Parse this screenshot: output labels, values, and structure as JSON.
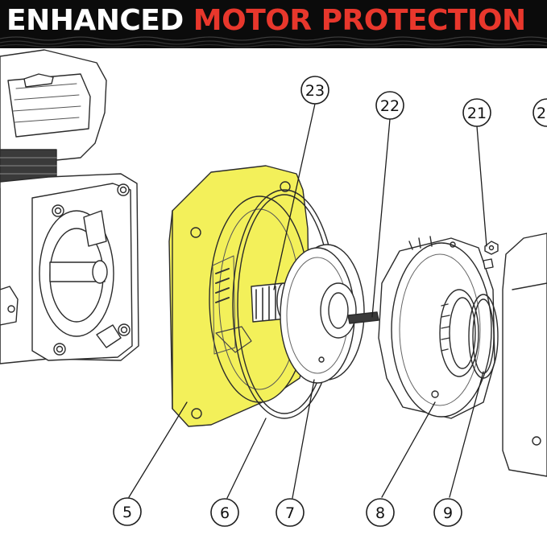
{
  "banner": {
    "word1": "ENHANCED",
    "word2": "MOTOR PROTECTION",
    "word1_color": "#ffffff",
    "word2_color": "#e8372c",
    "background": "#0b0b0b"
  },
  "highlight_color": "#f3f05a",
  "callouts": [
    {
      "label": "23",
      "part": "shaft-seal-spring"
    },
    {
      "label": "22",
      "part": "motor-shaft"
    },
    {
      "label": "21",
      "part": "nut"
    },
    {
      "label": "5",
      "part": "seal-plate"
    },
    {
      "label": "6",
      "part": "o-ring"
    },
    {
      "label": "7",
      "part": "impeller"
    },
    {
      "label": "8",
      "part": "diffuser"
    },
    {
      "label": "9",
      "part": "diffuser-o-ring"
    }
  ],
  "partial_callout": {
    "label": "2"
  }
}
